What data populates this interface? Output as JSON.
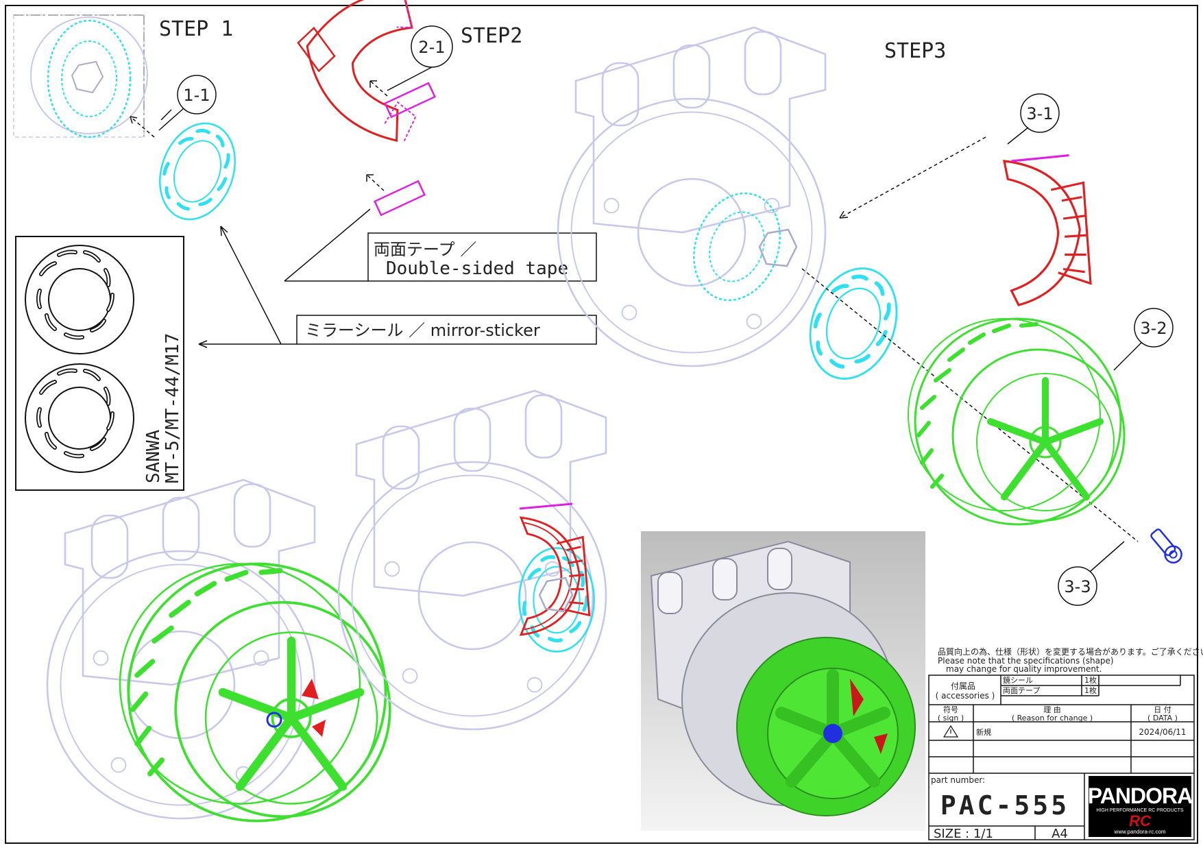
{
  "steps": {
    "step1": "STEP 1",
    "step2": "STEP2",
    "step3": "STEP3"
  },
  "callouts": {
    "c1_1": "1-1",
    "c2_1": "2-1",
    "c3_1": "3-1",
    "c3_2": "3-2",
    "c3_3": "3-3"
  },
  "labels": {
    "tape_jp": "両面テープ ／",
    "tape_en": "Double-sided tape",
    "mirror": "ミラーシール ／ mirror-sticker",
    "sanwa_1": "SANWA",
    "sanwa_2": "MT-5/MT-44/M17"
  },
  "notice": {
    "jp": "品質向上の為、仕様（形状）を変更する場合があります。ご了承ください。",
    "en1": "Please note that the specifications (shape)",
    "en2": "may change for quality improvement."
  },
  "title_block": {
    "accessories_jp": "付属品",
    "accessories_en": "( accessories )",
    "acc_items": [
      {
        "name": "鏡シール",
        "qty": "1枚"
      },
      {
        "name": "両面テープ",
        "qty": "1枚"
      }
    ],
    "sign_jp": "符号",
    "sign_en": "( sign )",
    "reason_jp": "理 由",
    "reason_en": "( Reason for change )",
    "date_jp": "日 付",
    "date_en": "( DATA )",
    "rev_reason": "新規",
    "rev_date": "2024/06/11",
    "part_number_label": "part number:",
    "part_number": "PAC-555",
    "size_label": "SIZE : 1/1",
    "paper": "A4",
    "logo": "PANDORA",
    "logo_sub": "HIGH PERFORMANCE RC PRODUCTS",
    "logo_rc": "RC",
    "url": "www.pandora-rc.com"
  },
  "colors": {
    "rotor": "#2ee0f0",
    "caliper": "#e02020",
    "tape": "#e020e0",
    "wheel": "#3ee030",
    "ghost": "#c8c8ec",
    "bolt": "#2030e0"
  }
}
